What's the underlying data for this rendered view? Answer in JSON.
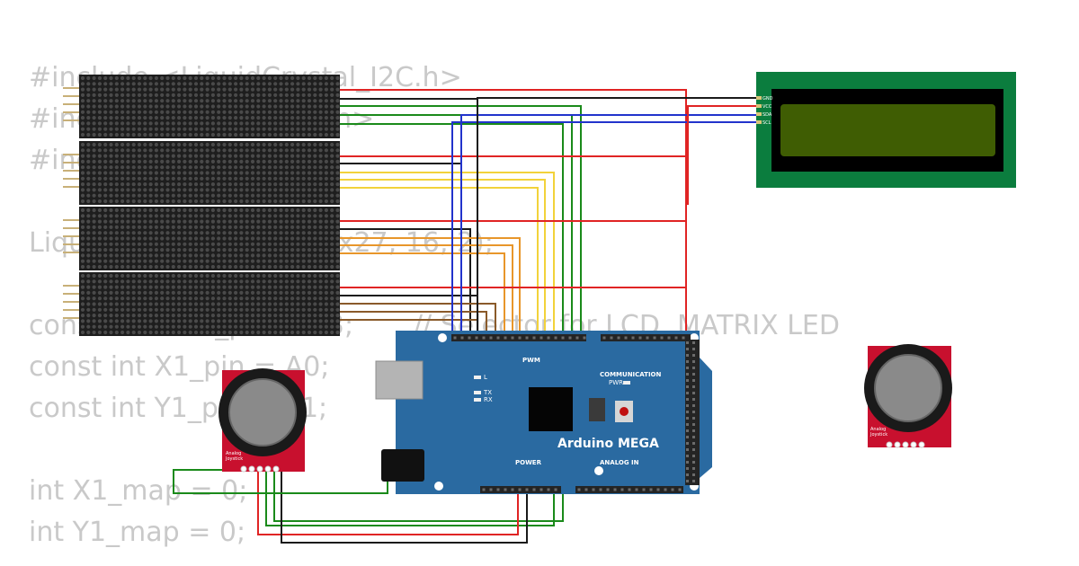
{
  "code_lines": [
    "#include <LiquidCrystal_I2C.h>",
    "#include <LedControl.h>",
    "#include <Wire.h>",
    "",
    "LiquidCrystal_I2C lcd(0x27, 16, 2);",
    "",
    "const int SW1_pin = 53;       // Selector for LCD, MATRIX LED",
    "const int X1_pin = A0;",
    "const int Y1_pin = A1;",
    "",
    "int X1_map = 0;",
    "int Y1_map = 0;"
  ],
  "board": {
    "name": "Arduino MEGA",
    "pwm_label": "PWM",
    "communication_label": "COMMUNICATION",
    "power_label": "POWER",
    "analog_label": "ANALOG IN",
    "pwr_label": "PWR",
    "l_label": "L",
    "tx_label": "TX",
    "rx_label": "RX",
    "color": "#2a6aa1"
  },
  "lcd": {
    "pins": [
      "GND",
      "VCC",
      "SDA",
      "SCL"
    ],
    "pcb_color": "#0b7d3e",
    "screen_color": "#3f5d03"
  },
  "joystick": {
    "label_line1": "Analog",
    "label_line2": "Joystick",
    "pcb_color": "#c8102e"
  },
  "wire_colors": {
    "red": "#e02424",
    "black": "#1a1a1a",
    "green": "#1a8a1a",
    "blue": "#2233cc",
    "yellow": "#f2d23a",
    "orange": "#e8962a",
    "brown": "#8a5a2a"
  }
}
